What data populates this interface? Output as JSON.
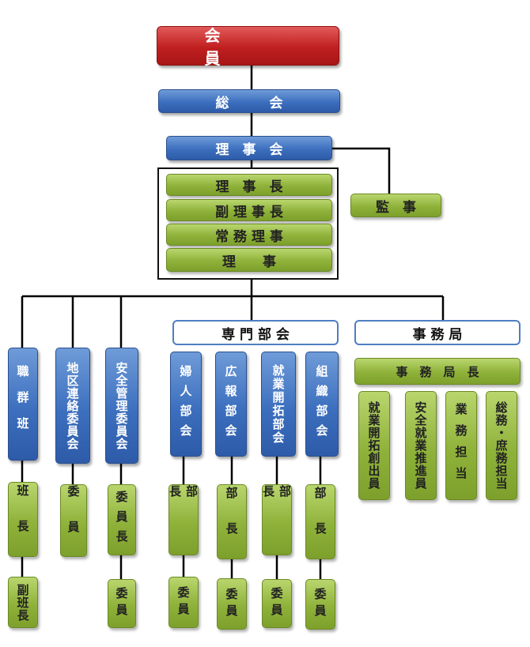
{
  "top": {
    "kaiin": "会　員",
    "soukai": "総　　　会",
    "rijikai": "理　事　会",
    "kanji": "監　事"
  },
  "board": [
    "理　事　長",
    "副 理 事 長",
    "常 務 理 事",
    "理　　事"
  ],
  "columns": {
    "shokugun": {
      "head": "職群班",
      "mid": "班長",
      "low": "副班長"
    },
    "chiku": {
      "head": "地区連絡委員会",
      "mid": "委員"
    },
    "anzen": {
      "head": "安全管理委員会",
      "mid": "委員長",
      "low": "委員"
    }
  },
  "senmon": {
    "title": "専 門 部 会",
    "units": [
      {
        "head": "婦人部会",
        "mid": "部長",
        "low": "委員"
      },
      {
        "head": "広報部会",
        "mid": "部長",
        "low": "委員"
      },
      {
        "head": "就業開拓部会",
        "mid": "部長",
        "low": "委員"
      },
      {
        "head": "組織部会",
        "mid": "部長",
        "low": "委員"
      }
    ]
  },
  "jimukyoku": {
    "title": "事 務 局",
    "chief": "事　務　局　長",
    "staff": [
      "就業開拓創出員",
      "安全就業推進員",
      "業務担当",
      "総務・庶務担当"
    ]
  }
}
